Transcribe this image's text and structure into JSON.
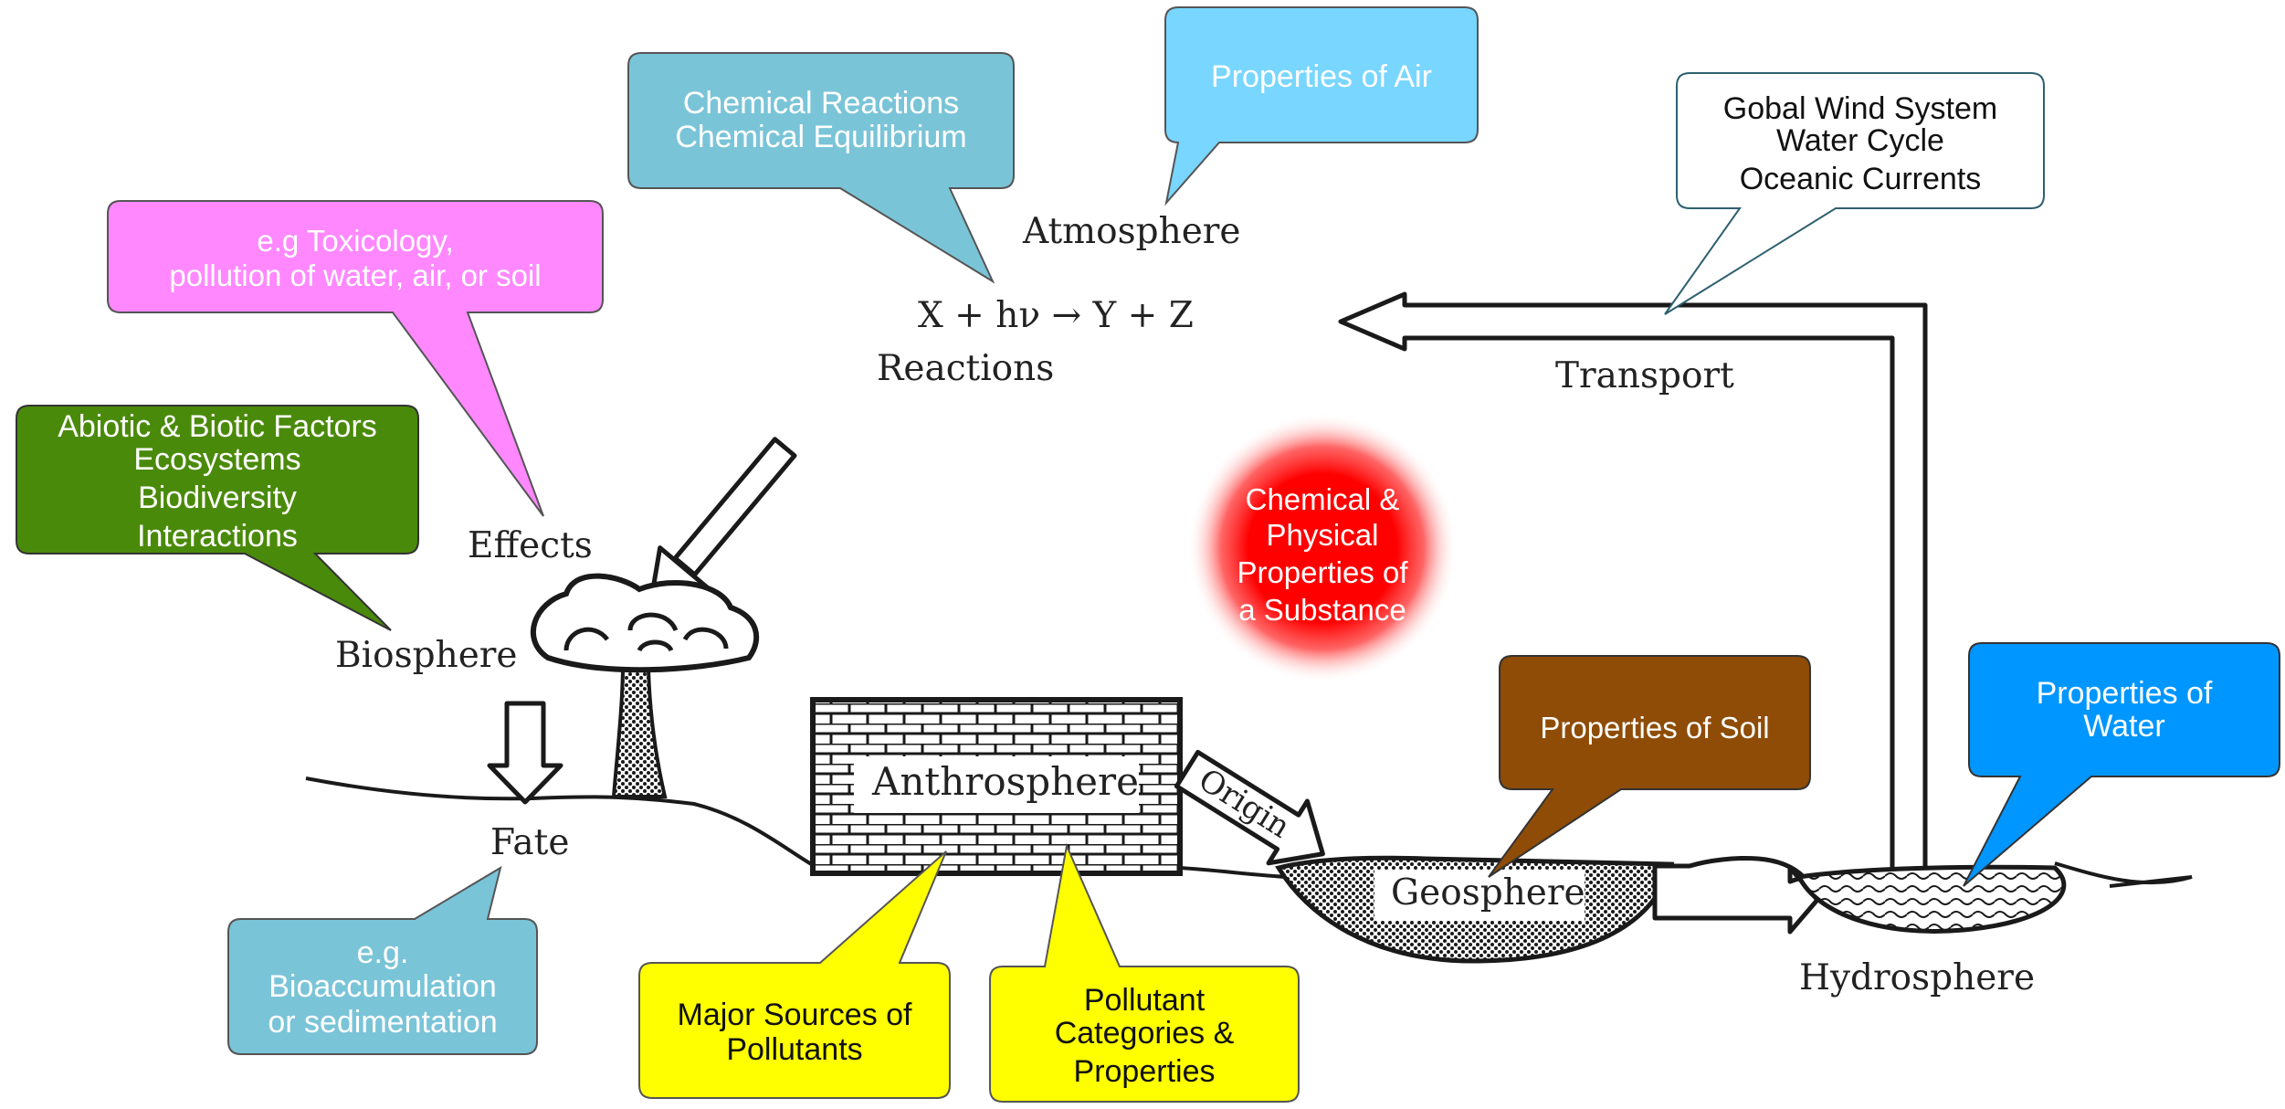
{
  "colors": {
    "pink": "#ff88ff",
    "teal": "#7ac4d8",
    "sky": "#79d6ff",
    "green": "#4a8a0a",
    "brown": "#8e4c06",
    "blue": "#0096ff",
    "yellow": "#ffff00",
    "red_glow": "#ff0000",
    "line": "#1a1a1a"
  },
  "diagram": {
    "labels": {
      "atmosphere": "Atmosphere",
      "equation": "X + hν → Y + Z",
      "reactions": "Reactions",
      "transport": "Transport",
      "effects": "Effects",
      "biosphere": "Biosphere",
      "fate": "Fate",
      "anthrosphere": "Anthrosphere",
      "origin": "Origin",
      "geosphere": "Geosphere",
      "hydrosphere": "Hydrosphere"
    },
    "center": [
      "Chemical &",
      "Physical",
      "Properties of",
      "a Substance"
    ]
  },
  "callouts": {
    "toxicology": [
      "e.g Toxicology,",
      "pollution of water, air, or soil"
    ],
    "chemical": [
      "Chemical Reactions",
      "Chemical Equilibrium"
    ],
    "air": [
      "Properties of Air"
    ],
    "wind": [
      "Gobal Wind System",
      "Water Cycle",
      "Oceanic Currents"
    ],
    "abiotic": [
      "Abiotic & Biotic Factors",
      "Ecosystems",
      "Biodiversity",
      "Interactions"
    ],
    "soil": [
      "Properties of Soil"
    ],
    "water": [
      "Properties of",
      "Water"
    ],
    "bioaccum": [
      "e.g.",
      "Bioaccumulation",
      "or sedimentation"
    ],
    "sources": [
      "Major Sources of",
      "Pollutants"
    ],
    "categories": [
      "Pollutant",
      "Categories &",
      "Properties"
    ]
  }
}
